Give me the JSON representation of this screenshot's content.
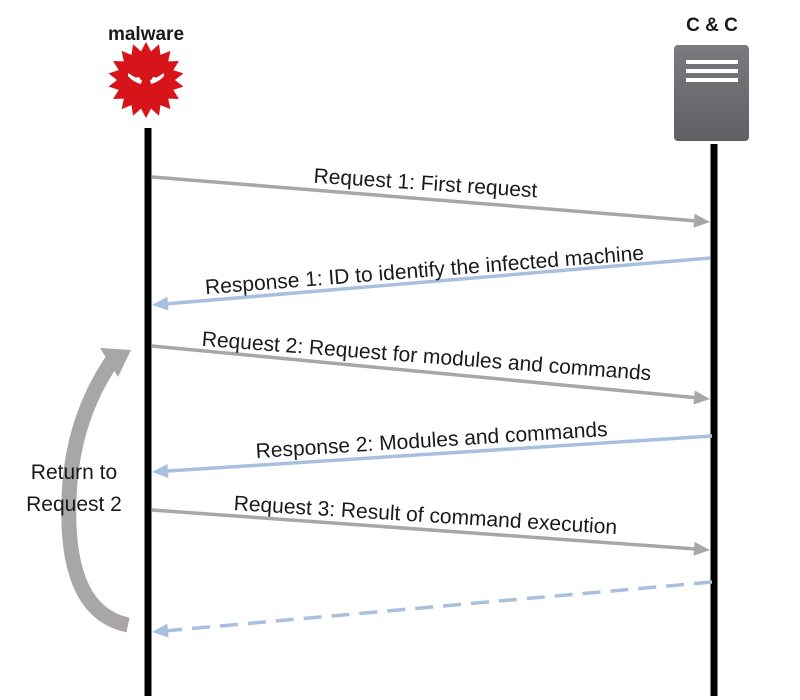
{
  "actors": {
    "malware": {
      "label": "malware",
      "icon": "malware-virus-icon",
      "color": "#d7141a"
    },
    "server": {
      "label": "C & C",
      "icon": "server-icon",
      "color": "#6d6e71"
    }
  },
  "messages": [
    {
      "id": "request-1",
      "label": "Request 1: First request",
      "direction": "to-server",
      "style": "solid",
      "color": "#a8a6a7"
    },
    {
      "id": "response-1",
      "label": "Response 1: ID to identify the infected machine",
      "direction": "to-malware",
      "style": "solid",
      "color": "#a8bfe0"
    },
    {
      "id": "request-2",
      "label": "Request 2: Request for modules and commands",
      "direction": "to-server",
      "style": "solid",
      "color": "#a8a6a7"
    },
    {
      "id": "response-2",
      "label": "Response 2: Modules and commands",
      "direction": "to-malware",
      "style": "solid",
      "color": "#a8bfe0"
    },
    {
      "id": "request-3",
      "label": "Request 3: Result of command execution",
      "direction": "to-server",
      "style": "solid",
      "color": "#a8a6a7"
    },
    {
      "id": "response-3",
      "label": "",
      "direction": "to-malware",
      "style": "dashed",
      "color": "#a8bfe0"
    }
  ],
  "loop": {
    "label_line1": "Return to",
    "label_line2": "Request 2",
    "color": "#a8a6a7"
  }
}
